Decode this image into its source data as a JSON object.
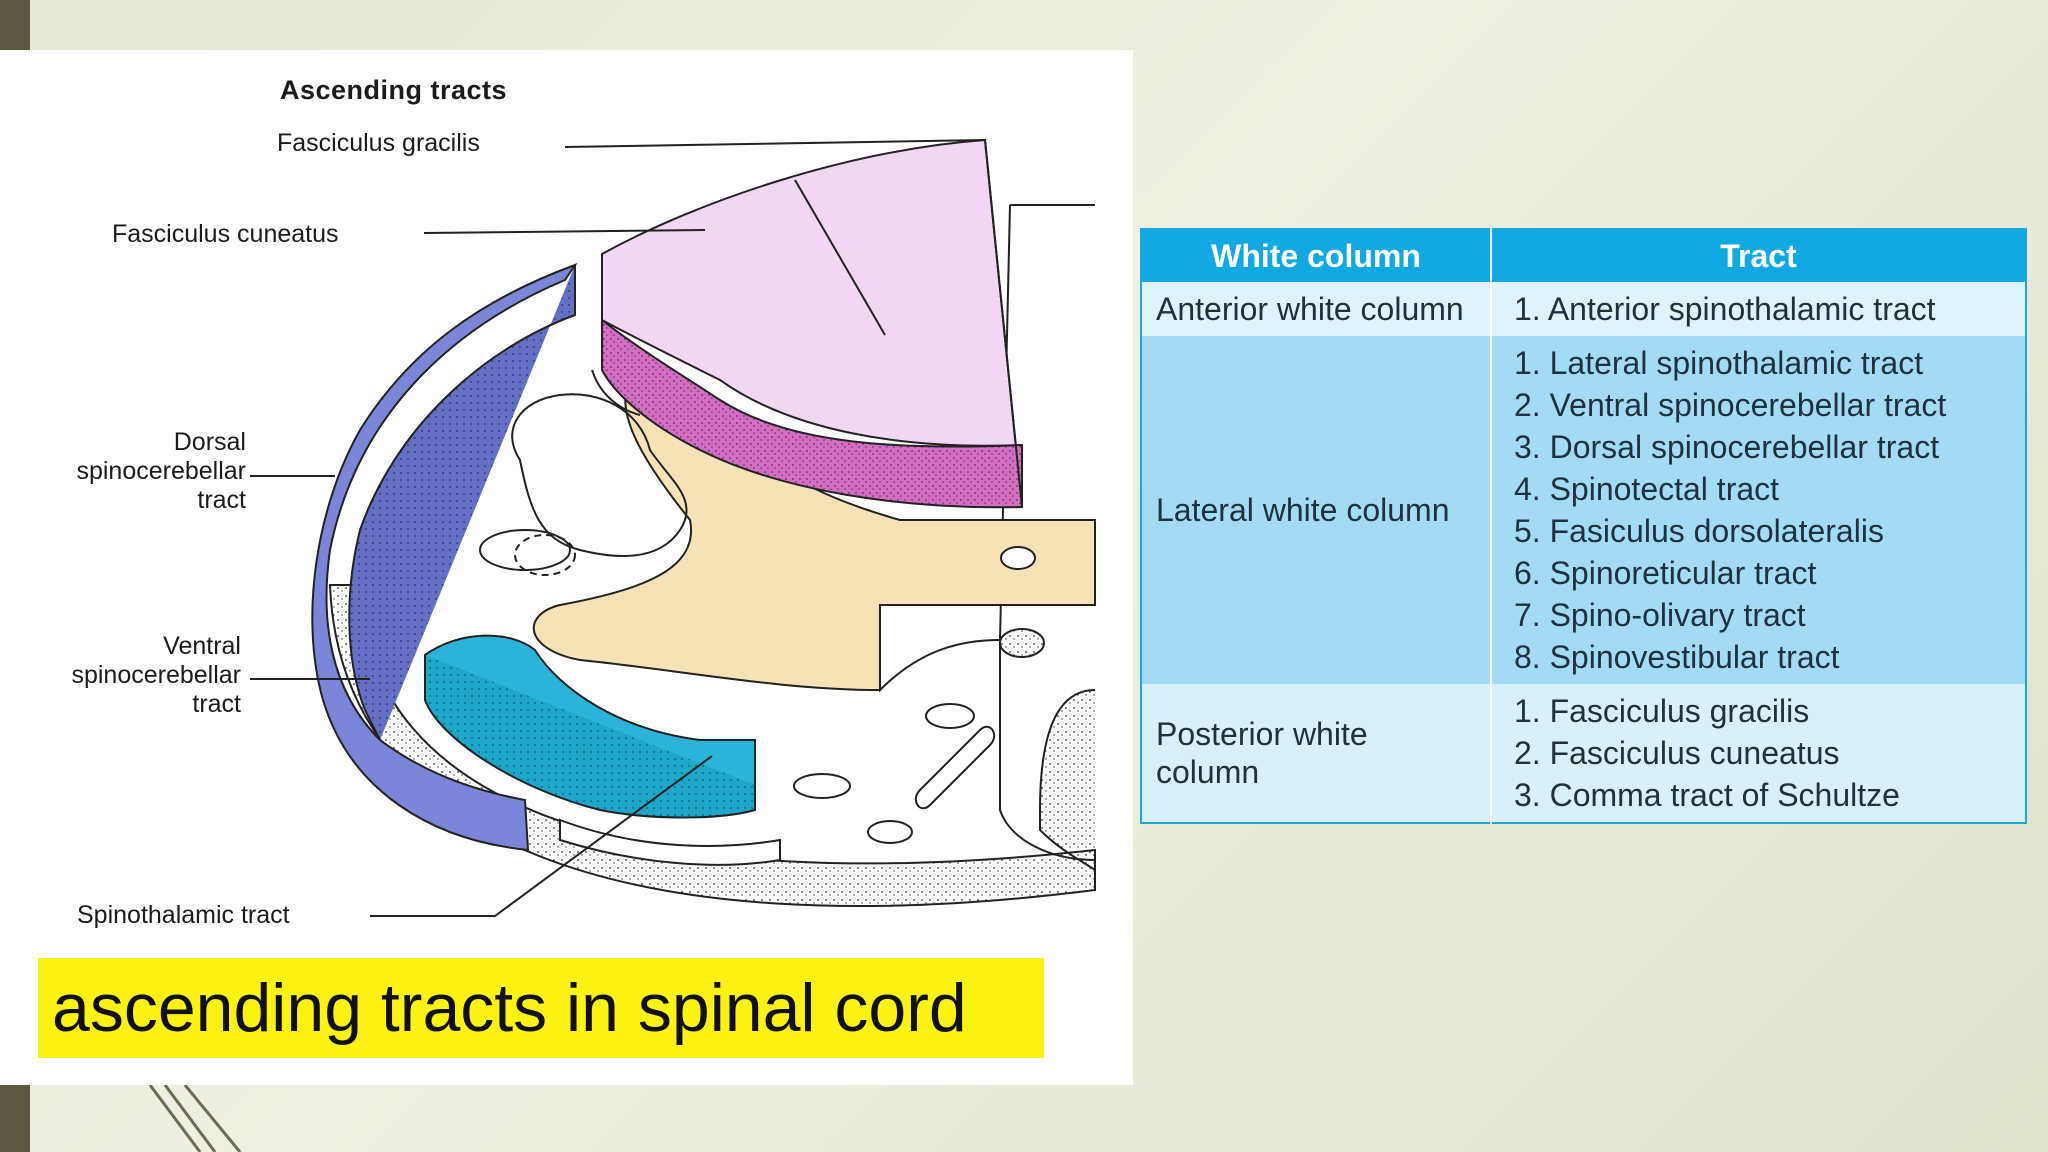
{
  "diagram": {
    "title": "Ascending tracts",
    "labels": {
      "gracilis": "Fasciculus gracilis",
      "cuneatus": "Fasciculus cuneatus",
      "dorsal": "Dorsal\nspinocerebellar\ntract",
      "ventral": "Ventral\nspinocerebellar\ntract",
      "spinothalamic": "Spinothalamic tract"
    },
    "colors": {
      "posterior_column_light": "#f2d7f2",
      "posterior_column_dark": "#d774c6",
      "gray_matter": "#f7e2b8",
      "dorsal_spinocerebellar": "#7c86d8",
      "ventral_spinocerebellar": "#2bb4d8"
    }
  },
  "caption": "ascending tracts in spinal cord",
  "table": {
    "headers": [
      "White column",
      "Tract"
    ],
    "rows": [
      {
        "column": "Anterior white column",
        "tracts": [
          "1. Anterior spinothalamic tract"
        ]
      },
      {
        "column": "Lateral white column",
        "tracts": [
          "1. Lateral spinothalamic tract",
          "2. Ventral spinocerebellar tract",
          "3. Dorsal spinocerebellar tract",
          "4. Spinotectal tract",
          "5. Fasiculus dorsolateralis",
          "6. Spinoreticular tract",
          "7. Spino-olivary tract",
          "8. Spinovestibular tract"
        ]
      },
      {
        "column": "Posterior white\n   column",
        "tracts": [
          "1. Fasciculus gracilis",
          "2. Fasciculus cuneatus",
          "3. Comma tract of Schultze"
        ]
      }
    ],
    "colors": {
      "header": "#12a9e2",
      "row_light": "#dff3fb",
      "row_mid": "#a4dbf4"
    }
  }
}
